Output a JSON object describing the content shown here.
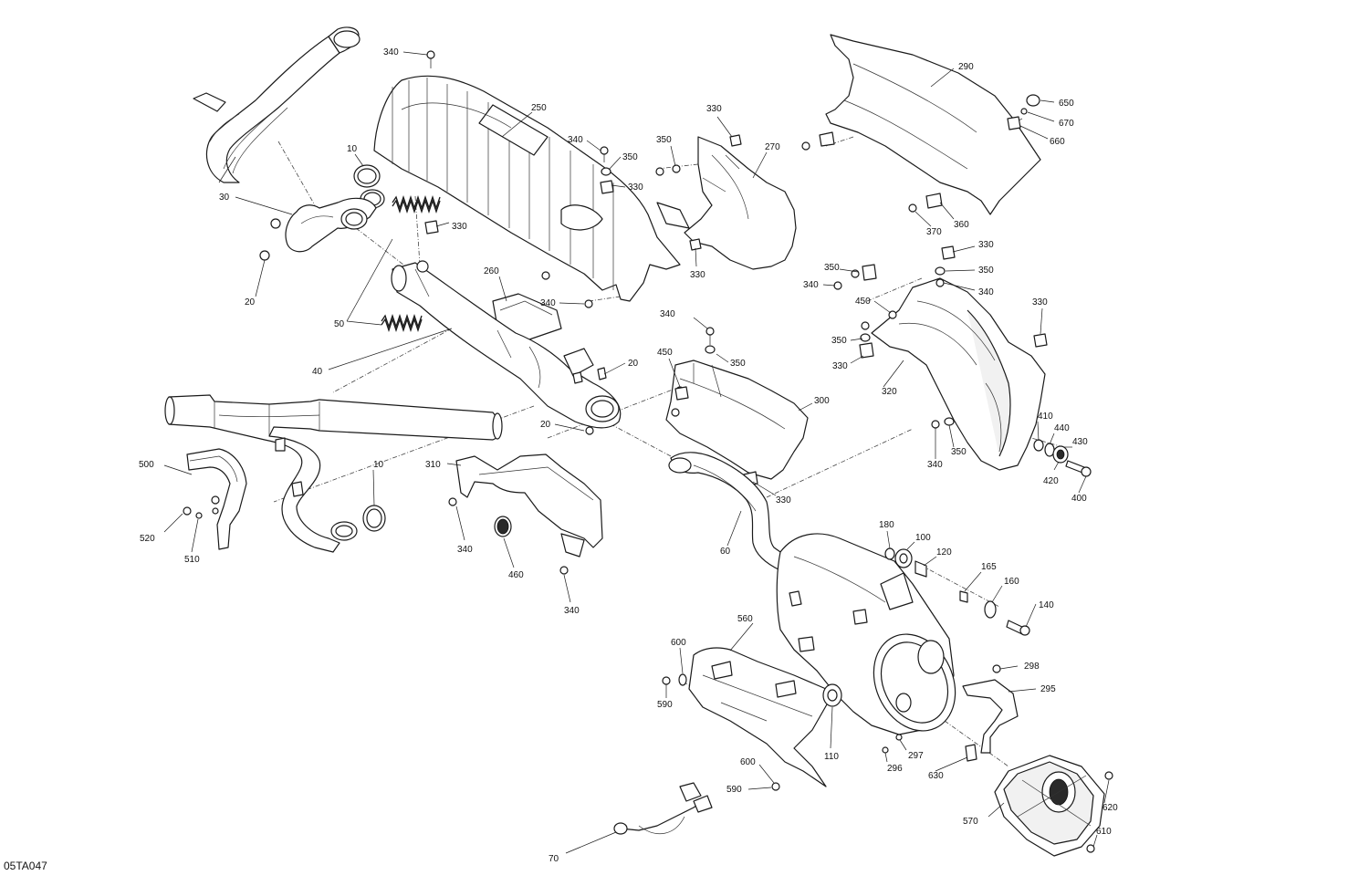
{
  "diagram": {
    "doc_code": "05TA047",
    "callouts": [
      {
        "id": "c340a",
        "label": "340"
      },
      {
        "id": "c250",
        "label": "250"
      },
      {
        "id": "c340b",
        "label": "340"
      },
      {
        "id": "c350a",
        "label": "350"
      },
      {
        "id": "c330a",
        "label": "330"
      },
      {
        "id": "c10a",
        "label": "10"
      },
      {
        "id": "c30",
        "label": "30"
      },
      {
        "id": "c330b",
        "label": "330"
      },
      {
        "id": "c20a",
        "label": "20"
      },
      {
        "id": "c50",
        "label": "50"
      },
      {
        "id": "c260",
        "label": "260"
      },
      {
        "id": "c340c",
        "label": "340"
      },
      {
        "id": "c40",
        "label": "40"
      },
      {
        "id": "c20b",
        "label": "20"
      },
      {
        "id": "c20c",
        "label": "20"
      },
      {
        "id": "c500",
        "label": "500"
      },
      {
        "id": "c10b",
        "label": "10"
      },
      {
        "id": "c520",
        "label": "520"
      },
      {
        "id": "c510",
        "label": "510"
      },
      {
        "id": "c310",
        "label": "310"
      },
      {
        "id": "c340d",
        "label": "340"
      },
      {
        "id": "c460",
        "label": "460"
      },
      {
        "id": "c340e",
        "label": "340"
      },
      {
        "id": "c330c",
        "label": "330"
      },
      {
        "id": "c350b",
        "label": "350"
      },
      {
        "id": "c270",
        "label": "270"
      },
      {
        "id": "c330d",
        "label": "330"
      },
      {
        "id": "c340f",
        "label": "340"
      },
      {
        "id": "c450a",
        "label": "450"
      },
      {
        "id": "c350c",
        "label": "350"
      },
      {
        "id": "c300",
        "label": "300"
      },
      {
        "id": "c330e",
        "label": "330"
      },
      {
        "id": "c60",
        "label": "60"
      },
      {
        "id": "c290",
        "label": "290"
      },
      {
        "id": "c650",
        "label": "650"
      },
      {
        "id": "c670",
        "label": "670"
      },
      {
        "id": "c660",
        "label": "660"
      },
      {
        "id": "c370",
        "label": "370"
      },
      {
        "id": "c360",
        "label": "360"
      },
      {
        "id": "c330f",
        "label": "330"
      },
      {
        "id": "c350d",
        "label": "350"
      },
      {
        "id": "c340g",
        "label": "340"
      },
      {
        "id": "c350e",
        "label": "350"
      },
      {
        "id": "c340h",
        "label": "340"
      },
      {
        "id": "c450b",
        "label": "450"
      },
      {
        "id": "c350f",
        "label": "350"
      },
      {
        "id": "c330g",
        "label": "330"
      },
      {
        "id": "c330h",
        "label": "330"
      },
      {
        "id": "c320",
        "label": "320"
      },
      {
        "id": "c340i",
        "label": "340"
      },
      {
        "id": "c350g",
        "label": "350"
      },
      {
        "id": "c410",
        "label": "410"
      },
      {
        "id": "c440",
        "label": "440"
      },
      {
        "id": "c430",
        "label": "430"
      },
      {
        "id": "c420",
        "label": "420"
      },
      {
        "id": "c400",
        "label": "400"
      },
      {
        "id": "c180",
        "label": "180"
      },
      {
        "id": "c100",
        "label": "100"
      },
      {
        "id": "c120",
        "label": "120"
      },
      {
        "id": "c165",
        "label": "165"
      },
      {
        "id": "c160",
        "label": "160"
      },
      {
        "id": "c140",
        "label": "140"
      },
      {
        "id": "c560",
        "label": "560"
      },
      {
        "id": "c600a",
        "label": "600"
      },
      {
        "id": "c590a",
        "label": "590"
      },
      {
        "id": "c110",
        "label": "110"
      },
      {
        "id": "c298",
        "label": "298"
      },
      {
        "id": "c295",
        "label": "295"
      },
      {
        "id": "c297",
        "label": "297"
      },
      {
        "id": "c296",
        "label": "296"
      },
      {
        "id": "c630",
        "label": "630"
      },
      {
        "id": "c600b",
        "label": "600"
      },
      {
        "id": "c590b",
        "label": "590"
      },
      {
        "id": "c570",
        "label": "570"
      },
      {
        "id": "c620",
        "label": "620"
      },
      {
        "id": "c610",
        "label": "610"
      },
      {
        "id": "c70",
        "label": "70"
      }
    ]
  }
}
